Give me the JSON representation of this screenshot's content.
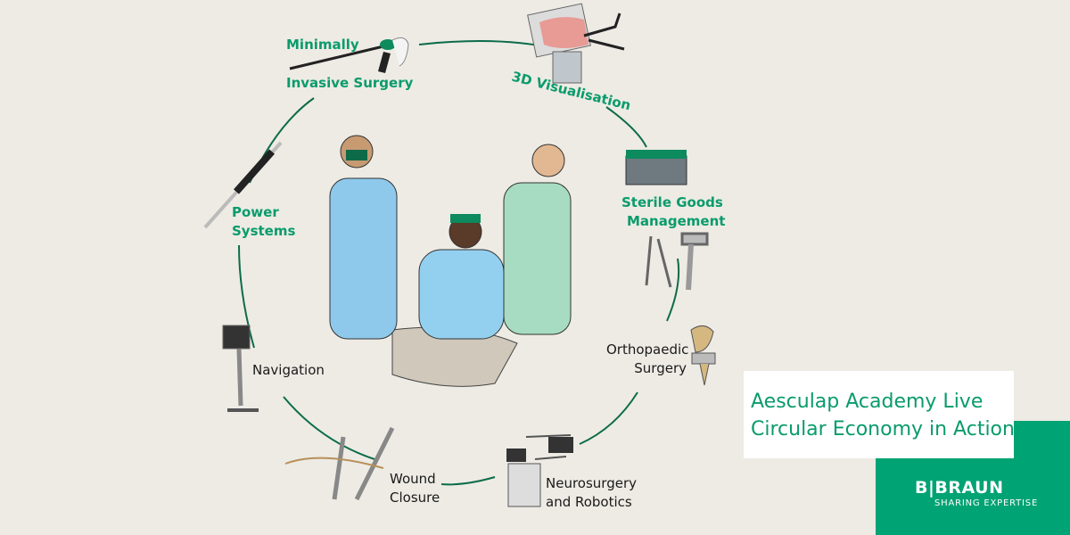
{
  "title": {
    "line1": "Aesculap Academy Live",
    "line2": "Circular Economy in Action"
  },
  "brand": {
    "logo": "B|BRAUN",
    "tagline": "SHARING EXPERTISE"
  },
  "cycle": [
    {
      "line1": "Minimally",
      "line2": "Invasive Surgery"
    },
    {
      "line1": "3D Visualisation"
    },
    {
      "line1": "Sterile Goods",
      "line2": "Management"
    },
    {
      "line1": "Orthopaedic",
      "line2": "Surgery"
    },
    {
      "line1": "Neurosurgery",
      "line2": "and Robotics"
    },
    {
      "line1": "Wound",
      "line2": "Closure"
    },
    {
      "line1": "Navigation"
    },
    {
      "line1": "Power",
      "line2": "Systems"
    }
  ],
  "colors": {
    "accent": "#0a9b6c",
    "brand": "#00a373",
    "background": "#edebe4"
  }
}
